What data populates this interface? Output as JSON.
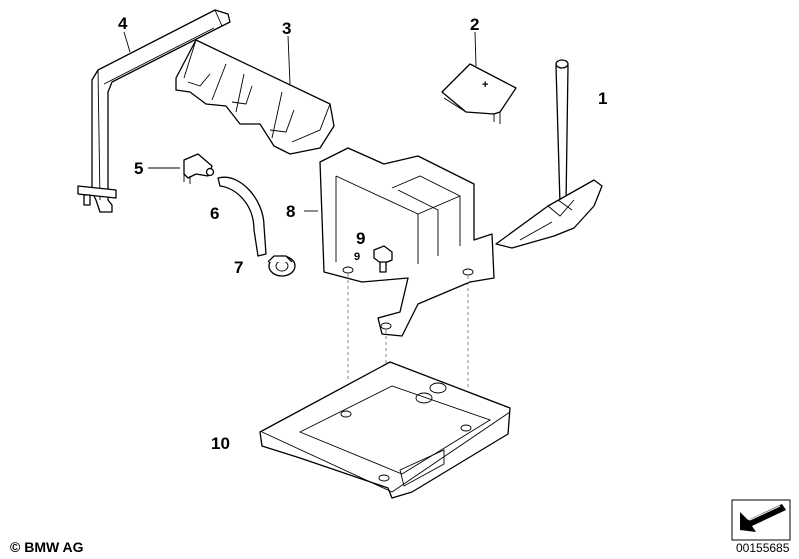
{
  "callouts": {
    "c1": "1",
    "c2": "2",
    "c3": "3",
    "c4": "4",
    "c5": "5",
    "c6": "6",
    "c7": "7",
    "c8": "8",
    "c9": "9",
    "c9small": "9",
    "c10": "10"
  },
  "part_marks": {
    "plus_symbol": "+"
  },
  "footer": {
    "copyright": "© BMW AG",
    "diagram_id": "00155685"
  },
  "icons": {
    "corner": "arrow-to-next-page-icon"
  }
}
